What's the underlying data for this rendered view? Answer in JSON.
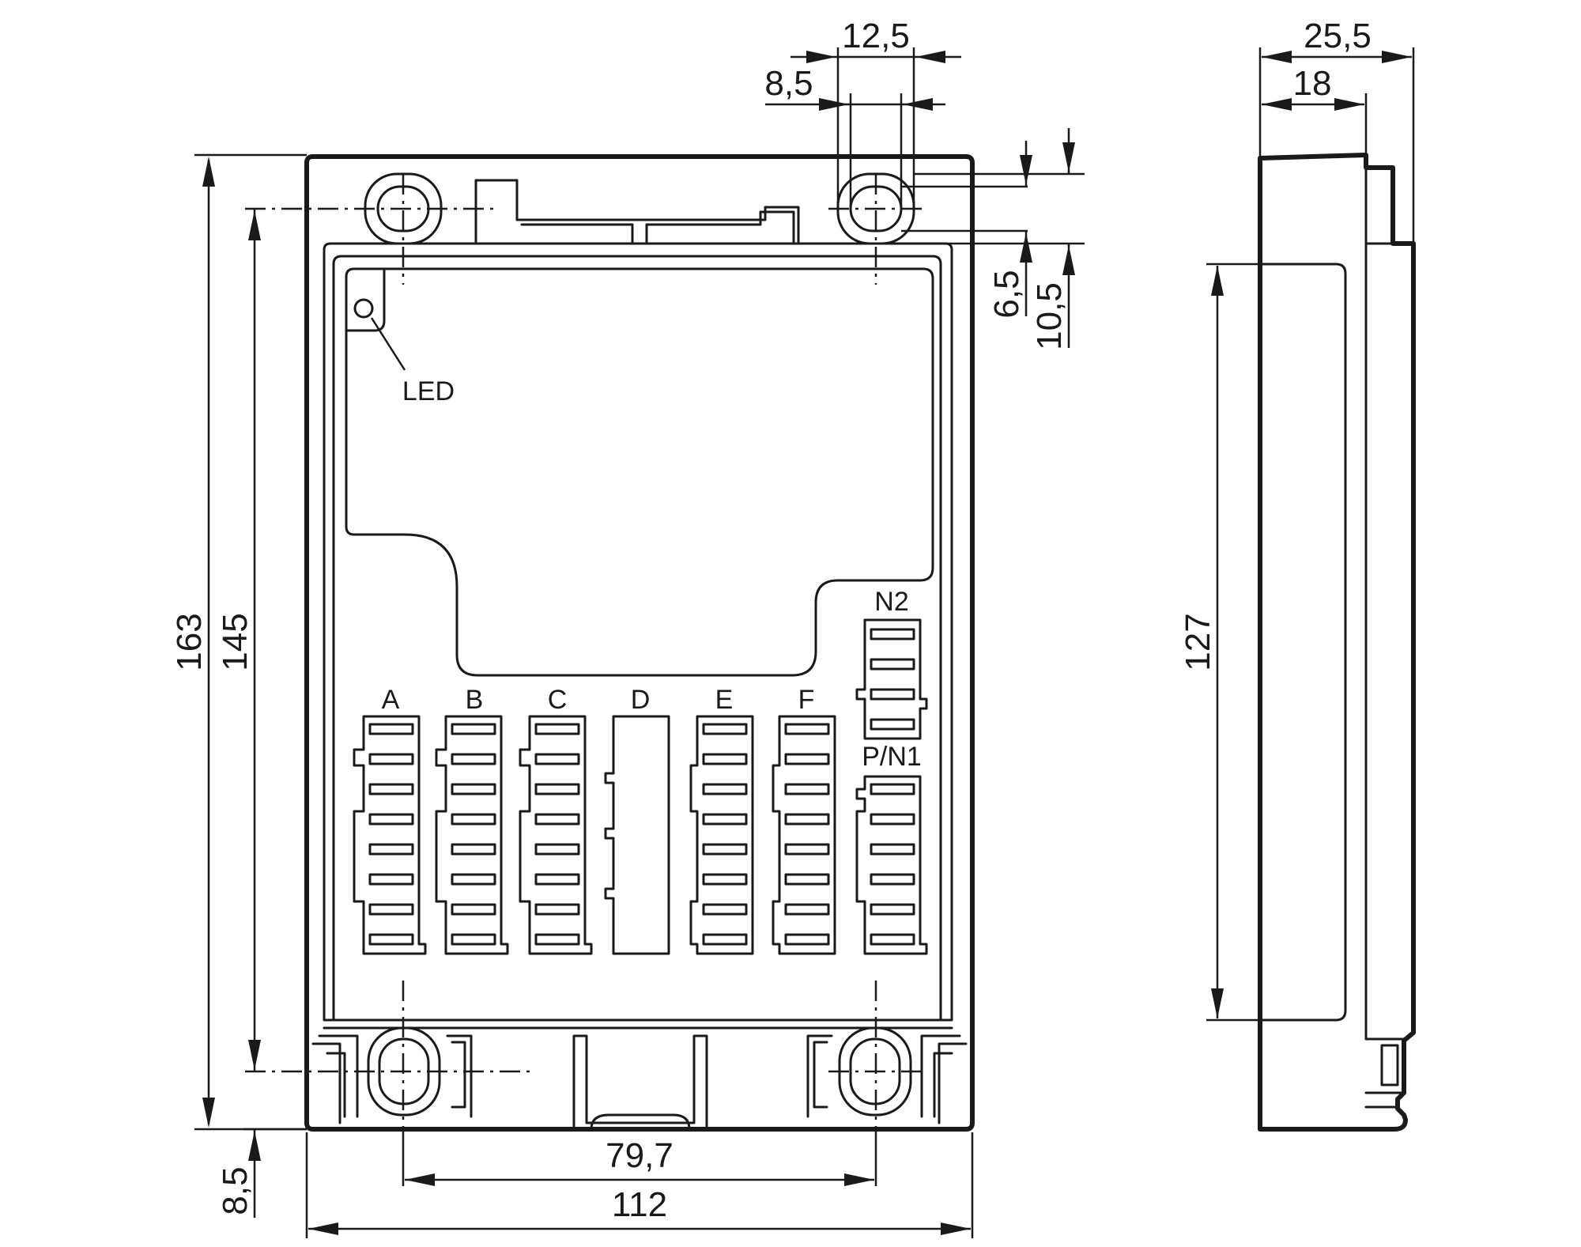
{
  "front_view": {
    "led_label": "LED",
    "connectors": [
      {
        "id": "a",
        "label": "A"
      },
      {
        "id": "b",
        "label": "B"
      },
      {
        "id": "c",
        "label": "C"
      },
      {
        "id": "d",
        "label": "D"
      },
      {
        "id": "e",
        "label": "E"
      },
      {
        "id": "f",
        "label": "F"
      }
    ],
    "n2_label": "N2",
    "pn1_label": "P/N1"
  },
  "dimensions": {
    "overall_height": "163",
    "hole_spacing_vertical": "145",
    "bottom_offset": "8,5",
    "hole_spacing_horizontal": "79,7",
    "overall_width": "112",
    "slot_outer_width": "12,5",
    "slot_inner_width": "8,5",
    "slot_inner_height": "6,5",
    "slot_outer_height": "10,5",
    "side_depth": "25,5",
    "side_body_depth": "18",
    "side_window_height": "127"
  }
}
